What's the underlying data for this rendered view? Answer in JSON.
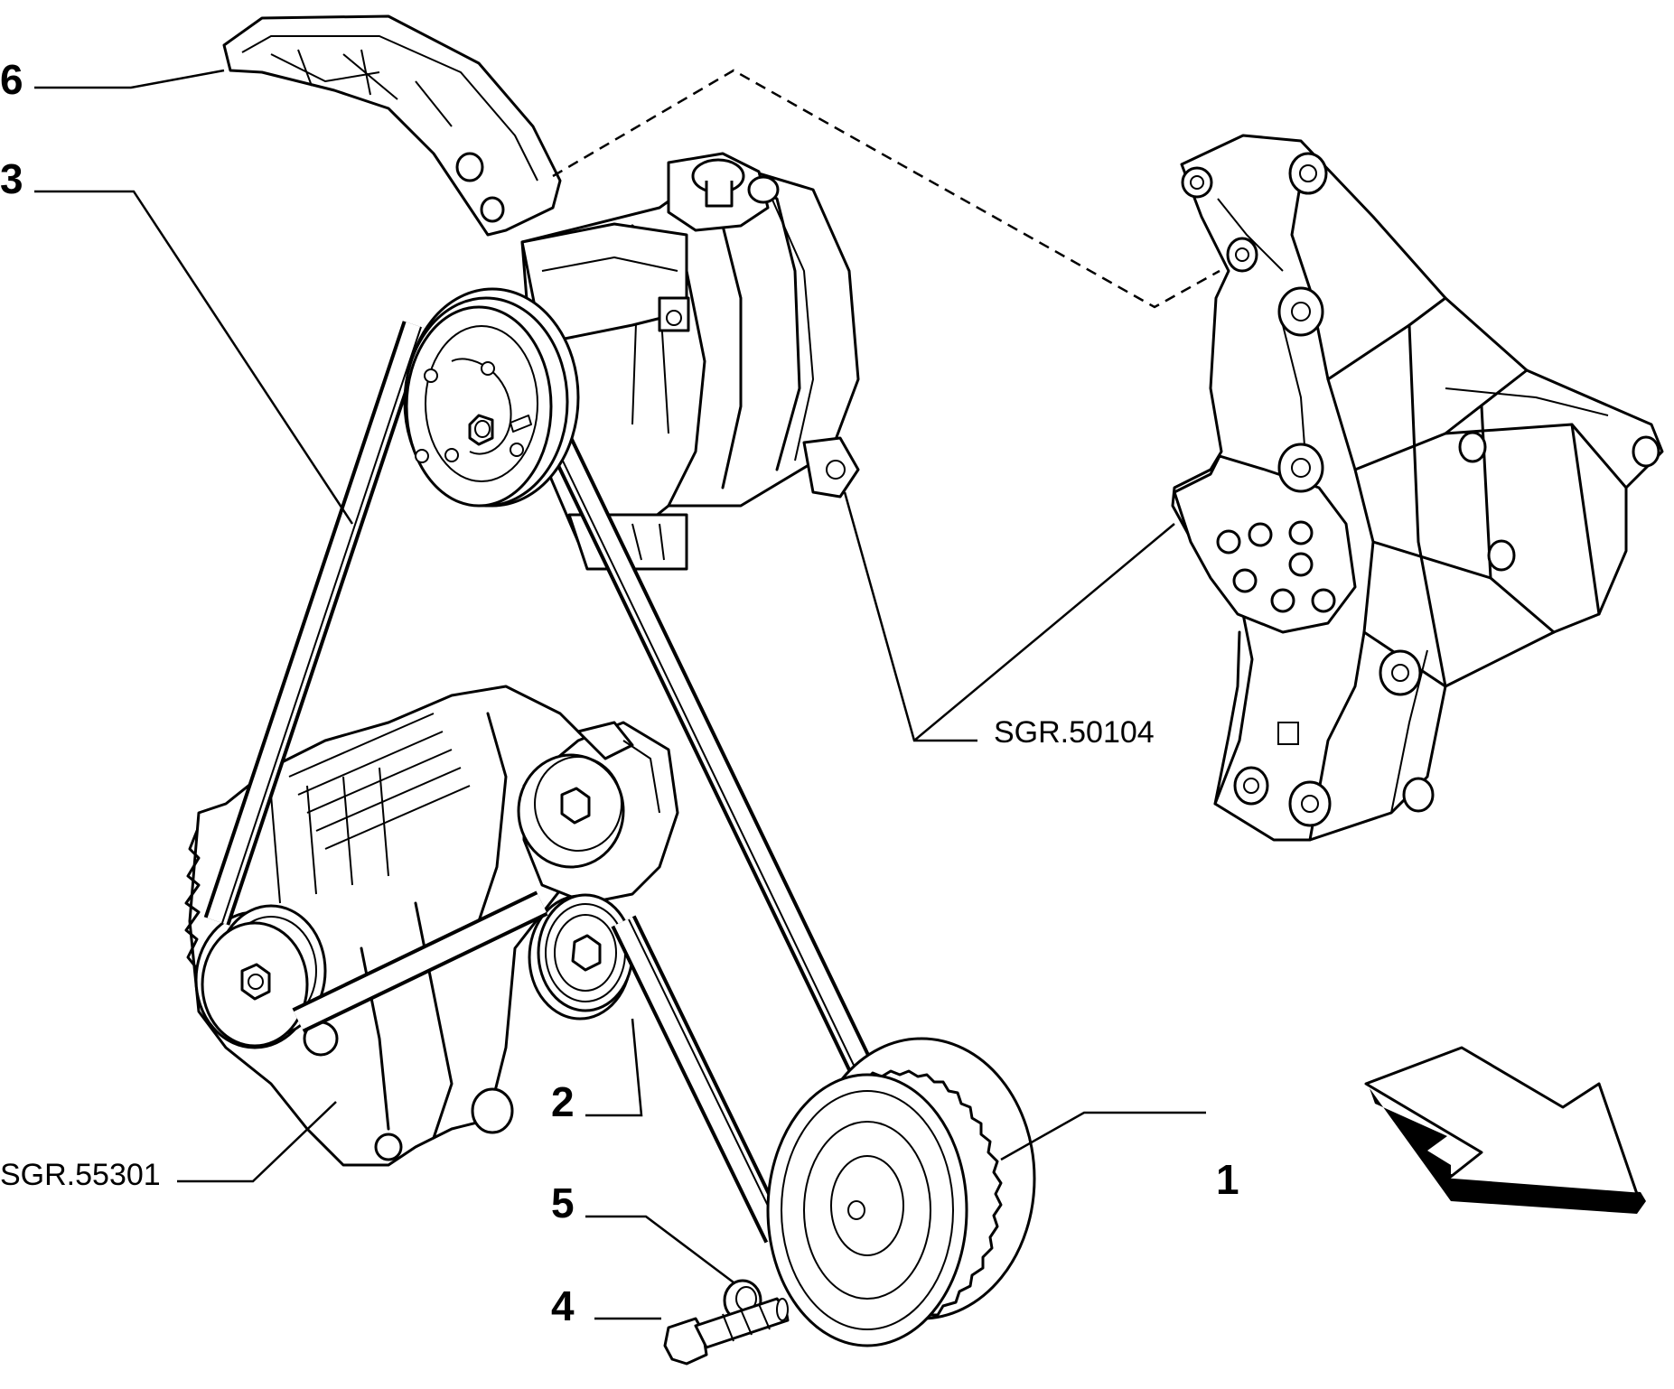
{
  "callouts": {
    "c1": "1",
    "c2": "2",
    "c3": "3",
    "c4": "4",
    "c5": "5",
    "c6": "6"
  },
  "references": {
    "bracket": "SGR.50104",
    "alternator": "SGR.55301"
  },
  "icons": {
    "direction": "arrow-icon"
  }
}
